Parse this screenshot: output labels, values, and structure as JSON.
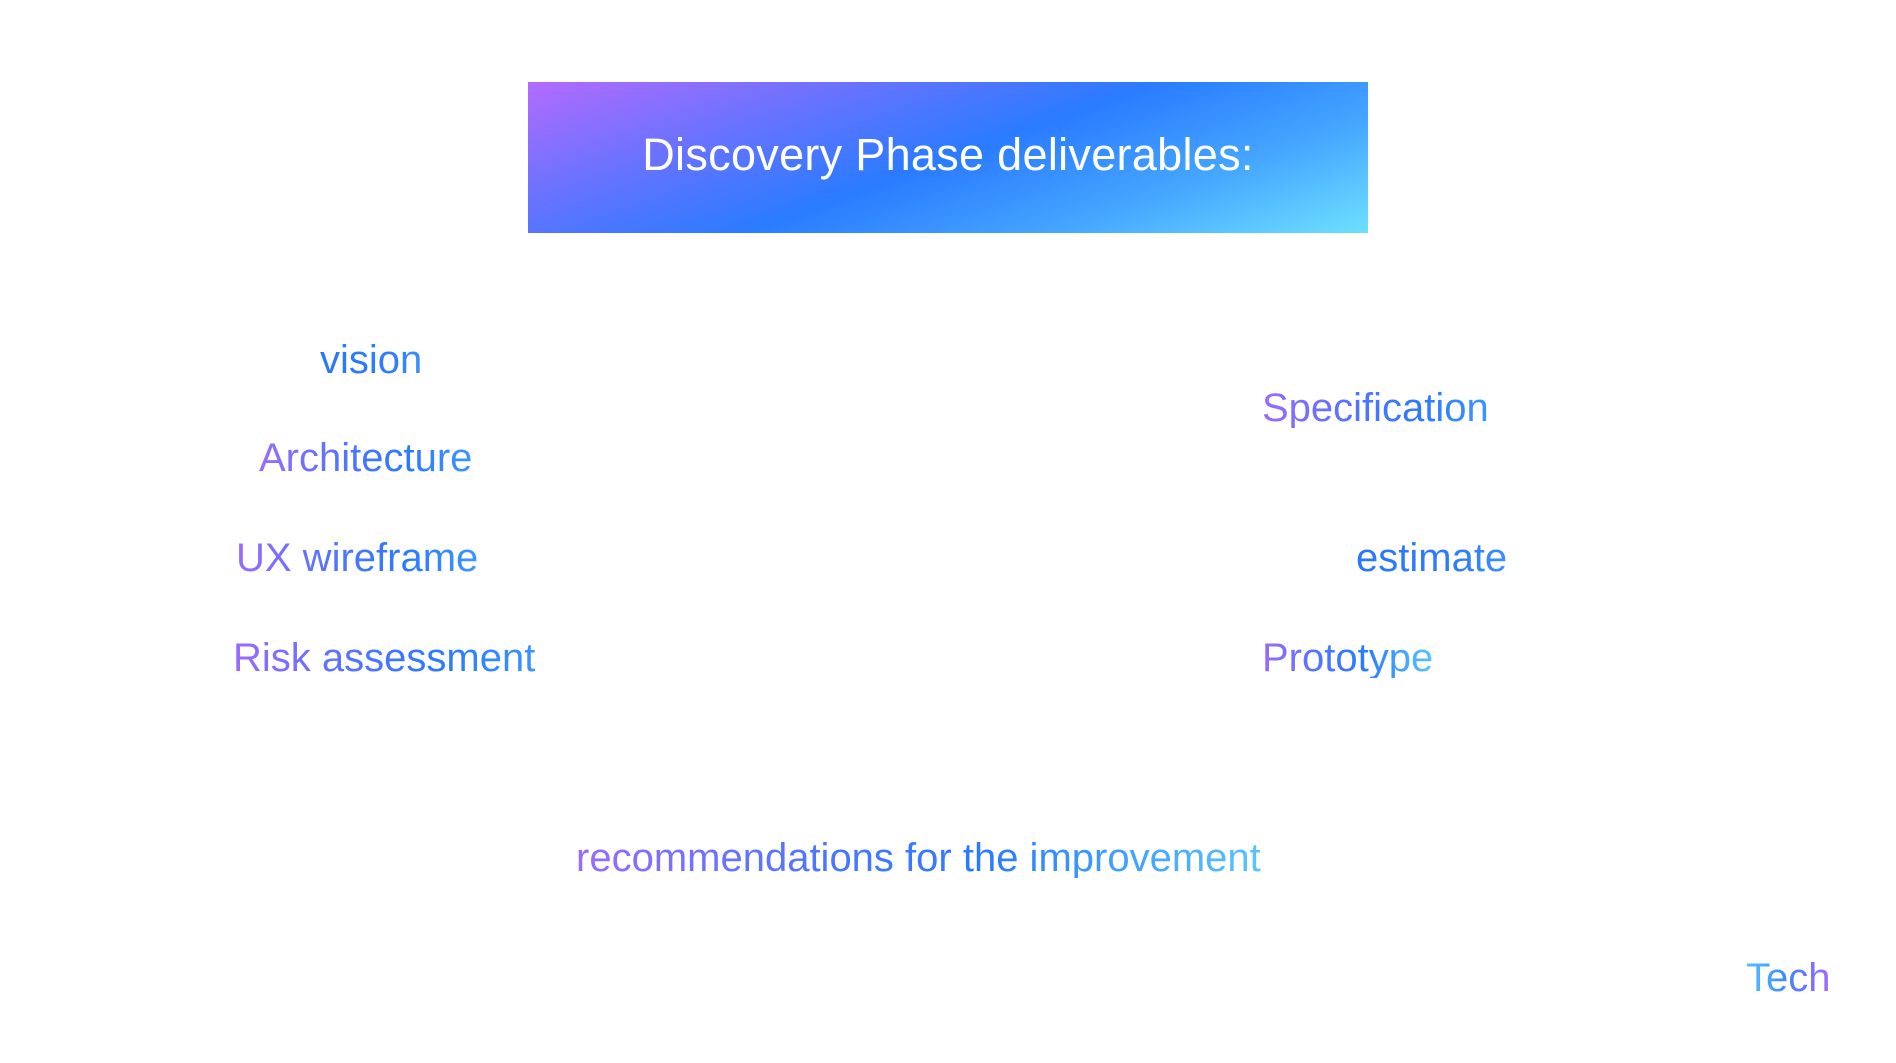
{
  "slide": {
    "title": "Discovery Phase deliverables:",
    "left_items": [
      "vision",
      "Architecture",
      "UX wireframe",
      "Risk assessment"
    ],
    "right_items": [
      "Specification",
      "estimate",
      "Prototype"
    ],
    "footer_item": "recommendations for the improvement",
    "logo_text": "Tech"
  },
  "colors": {
    "gradient_purple": "#b36bff",
    "gradient_blue": "#2a7bff",
    "gradient_light_blue": "#6de0ff",
    "title_text": "#ffffff",
    "background": "#ffffff"
  }
}
